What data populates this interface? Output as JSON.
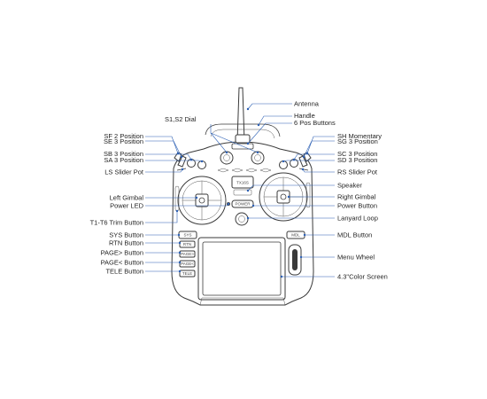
{
  "diagram": {
    "callouts": [
      {
        "id": "antenna",
        "text": "Antenna"
      },
      {
        "id": "handle",
        "text": "Handle"
      },
      {
        "id": "six-pos",
        "text": "6 Pos Buttons"
      },
      {
        "id": "s1s2",
        "text": "S1,S2 Dial"
      },
      {
        "id": "sf2",
        "text": "SF 2 Position"
      },
      {
        "id": "se3",
        "text": "SE 3 Position"
      },
      {
        "id": "sh",
        "text": "SH Momentary"
      },
      {
        "id": "sg3",
        "text": "SG 3 Position"
      },
      {
        "id": "sb3",
        "text": "SB 3 Position"
      },
      {
        "id": "sa3",
        "text": "SA 3 Position"
      },
      {
        "id": "sc3",
        "text": "SC 3 Position"
      },
      {
        "id": "sd3",
        "text": "SD 3 Position"
      },
      {
        "id": "ls",
        "text": "LS Slider Pot"
      },
      {
        "id": "rs",
        "text": "RS Slider Pot"
      },
      {
        "id": "speaker",
        "text": "Speaker"
      },
      {
        "id": "left-gimbal",
        "text": "Left Gimbal"
      },
      {
        "id": "right-gimbal",
        "text": "Right Gimbal"
      },
      {
        "id": "power-led",
        "text": "Power LED"
      },
      {
        "id": "power-button",
        "text": "Power Button"
      },
      {
        "id": "lanyard",
        "text": "Lanyard Loop"
      },
      {
        "id": "trim",
        "text": "T1-T6 Trim Button"
      },
      {
        "id": "sys",
        "text": "SYS Button"
      },
      {
        "id": "mdl",
        "text": "MDL Button"
      },
      {
        "id": "rtn",
        "text": "RTN Button"
      },
      {
        "id": "page-next",
        "text": "PAGE> Button"
      },
      {
        "id": "menu-wheel",
        "text": "Menu Wheel"
      },
      {
        "id": "page-prev",
        "text": "PAGE< Button"
      },
      {
        "id": "tele",
        "text": "TELE Button"
      },
      {
        "id": "screen",
        "text": "4.3\"Color Screen"
      }
    ],
    "device_text": {
      "sys": "SYS",
      "mdl": "MDL",
      "rtn": "RTN",
      "page_next": "PAGE>",
      "page_prev": "PAGE<",
      "tele": "TELE",
      "logo": "TX16S",
      "power": "POWER"
    }
  }
}
